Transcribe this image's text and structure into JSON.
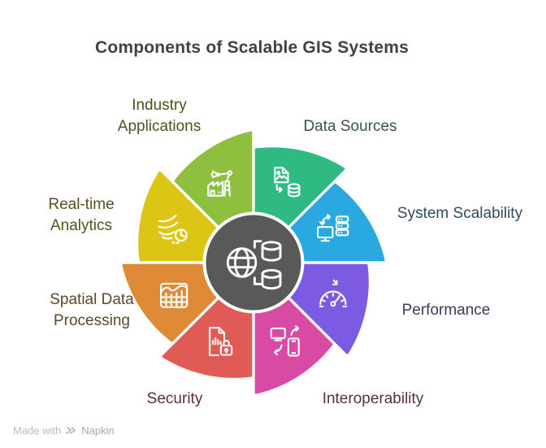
{
  "title": "Components of Scalable GIS Systems",
  "center": {
    "icon": "globe-databases",
    "color": "#595959"
  },
  "segments": [
    {
      "label": "Data Sources",
      "lines": [
        "Data Sources"
      ],
      "color": "#2fba84",
      "label_color": "#3b5347",
      "icon": "document-to-database"
    },
    {
      "label": "System Scalability",
      "lines": [
        "System Scalability"
      ],
      "color": "#29a9e0",
      "label_color": "#2e4b5e",
      "icon": "monitor-server-scale"
    },
    {
      "label": "Performance",
      "lines": [
        "Performance"
      ],
      "color": "#7d5ae2",
      "label_color": "#3d3b58",
      "icon": "speed-gauge"
    },
    {
      "label": "Interoperability",
      "lines": [
        "Interoperability"
      ],
      "color": "#d94aa5",
      "label_color": "#553148",
      "icon": "device-sync"
    },
    {
      "label": "Security",
      "lines": [
        "Security"
      ],
      "color": "#e05a56",
      "label_color": "#5e2f33",
      "icon": "document-lock"
    },
    {
      "label": "Spatial Data Processing",
      "lines": [
        "Spatial Data",
        "Processing"
      ],
      "color": "#de8a36",
      "label_color": "#5d472d",
      "icon": "grid-chart"
    },
    {
      "label": "Real-time Analytics",
      "lines": [
        "Real-time",
        "Analytics"
      ],
      "color": "#ddc515",
      "label_color": "#57511e",
      "icon": "stream-clock"
    },
    {
      "label": "Industry Applications",
      "lines": [
        "Industry",
        "Applications"
      ],
      "color": "#8fbf3e",
      "label_color": "#4a5420",
      "icon": "factory-crane"
    }
  ],
  "footer": {
    "made_with": "Made with",
    "brand": "Napkin"
  }
}
